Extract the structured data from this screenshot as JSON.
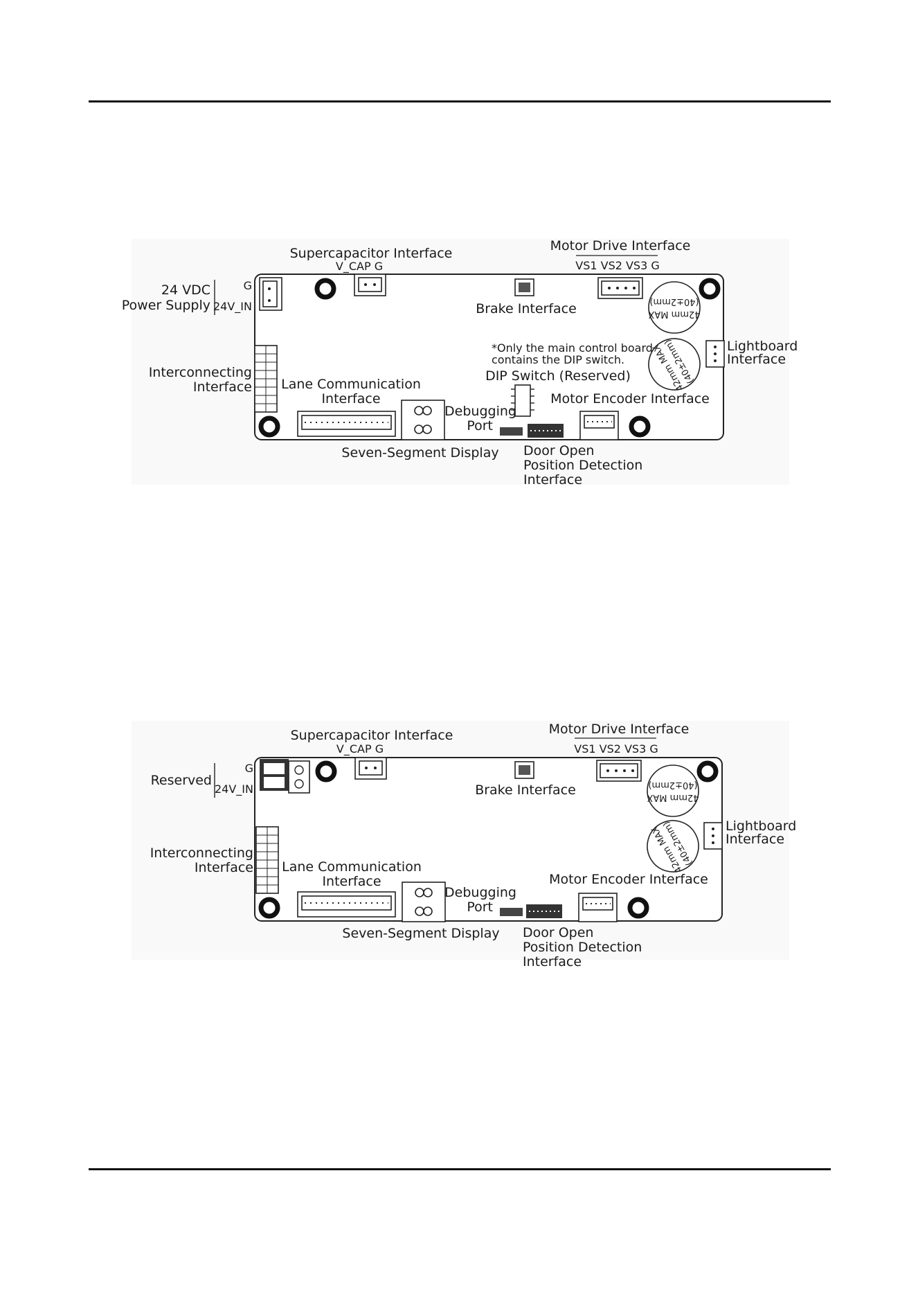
{
  "diagrams": [
    {
      "id": "top",
      "labels": {
        "power_1": "24 VDC",
        "power_2": "Power Supply",
        "pin_g": "G",
        "pin_24v": "24V_IN",
        "supercap": "Supercapacitor Interface",
        "supercap_pins": "V_CAP  G",
        "motor_drive": "Motor Drive Interface",
        "motor_drive_pins": "VS1  VS2  VS3  G",
        "brake": "Brake Interface",
        "lightboard_1": "Lightboard",
        "lightboard_2": "Interface",
        "note_1": "*Only the main control board",
        "note_2": "contains the DIP switch.",
        "dip": "DIP Switch (Reserved)",
        "interconnect_1": "Interconnecting",
        "interconnect_2": "Interface",
        "lane_1": "Lane Communication",
        "lane_2": "Interface",
        "debug_1": "Debugging",
        "debug_2": "Port",
        "motor_encoder": "Motor Encoder Interface",
        "seven_seg": "Seven-Segment Display",
        "door_1": "Door Open",
        "door_2": "Position Detection",
        "door_3": "Interface",
        "cap_a_1": "42mm MAX",
        "cap_a_2": "(40±2mm)",
        "cap_b_1": "42mm MAX",
        "cap_b_2": "(40±2mm)"
      }
    },
    {
      "id": "bottom",
      "labels": {
        "power_1": "Reserved",
        "power_2": "",
        "pin_g": "G",
        "pin_24v": "24V_IN",
        "supercap": "Supercapacitor Interface",
        "supercap_pins": "V_CAP  G",
        "motor_drive": "Motor Drive Interface",
        "motor_drive_pins": "VS1  VS2  VS3  G",
        "brake": "Brake Interface",
        "lightboard_1": "Lightboard",
        "lightboard_2": "Interface",
        "note_1": "",
        "note_2": "",
        "dip": "",
        "interconnect_1": "Interconnecting",
        "interconnect_2": "Interface",
        "lane_1": "Lane Communication",
        "lane_2": "Interface",
        "debug_1": "Debugging",
        "debug_2": "Port",
        "motor_encoder": "Motor Encoder Interface",
        "seven_seg": "Seven-Segment Display",
        "door_1": "Door Open",
        "door_2": "Position Detection",
        "door_3": "Interface",
        "cap_a_1": "42mm MAX",
        "cap_a_2": "(40±2mm)",
        "cap_b_1": "42mm MAX",
        "cap_b_2": "(40±2mm)"
      }
    }
  ]
}
